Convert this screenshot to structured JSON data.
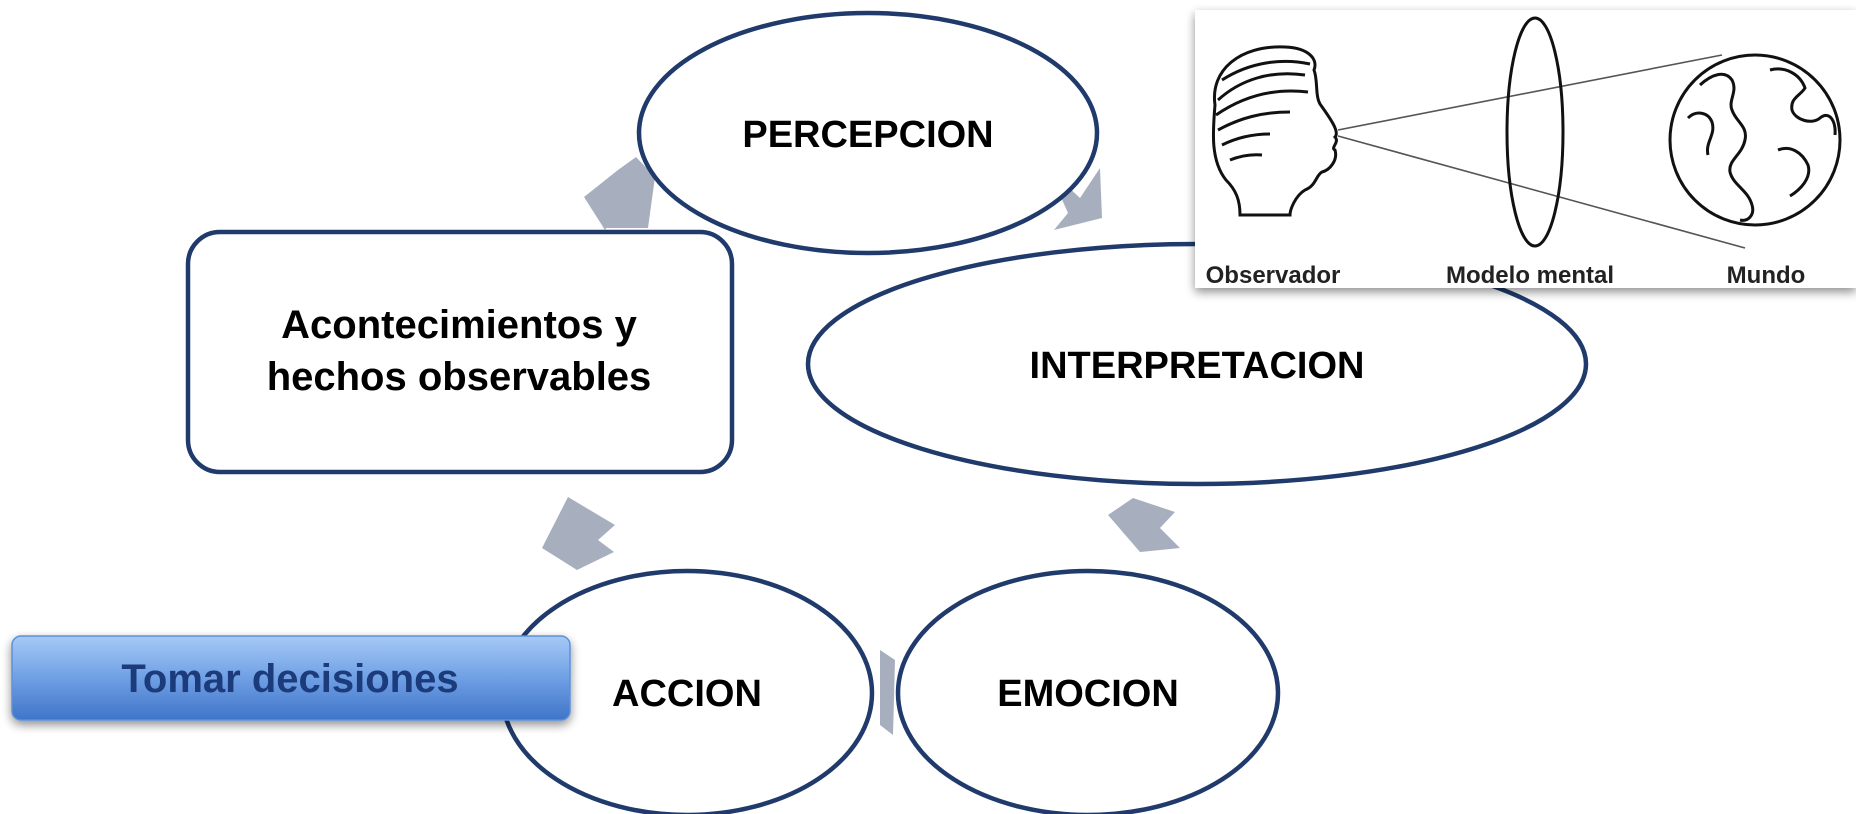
{
  "nodes": {
    "percepcion": {
      "label": "PERCEPCION"
    },
    "interpretacion": {
      "label": "INTERPRETACION"
    },
    "emocion": {
      "label": "EMOCION"
    },
    "accion": {
      "label": "ACCION"
    },
    "acontecimientos": {
      "label_line1": "Acontecimientos y",
      "label_line2": "hechos observables"
    }
  },
  "callout": {
    "label": "Tomar decisiones"
  },
  "illustration": {
    "labels": [
      "Observador",
      "Modelo mental",
      "Mundo"
    ],
    "icons": [
      "observer-head-icon",
      "mental-model-lens-icon",
      "world-globe-icon"
    ]
  },
  "colors": {
    "node_border": "#1f3a6b",
    "arrow": "#a7afbf",
    "callout_top": "#9cc3f4",
    "callout_bottom": "#4a7fd0",
    "callout_text": "#1a3a7a"
  }
}
